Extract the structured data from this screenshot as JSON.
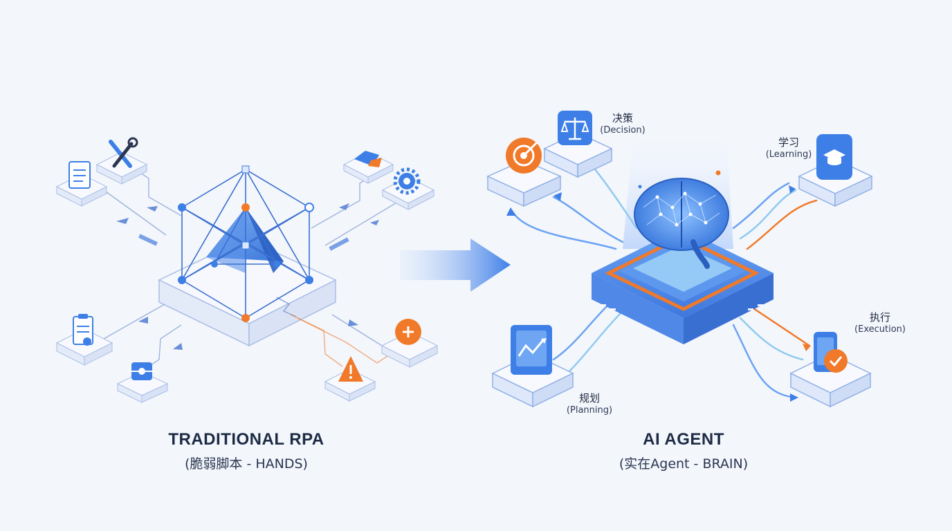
{
  "left": {
    "title": "TRADITIONAL RPA",
    "subtitle": "(脆弱脚本 - HANDS)"
  },
  "right": {
    "title": "AI AGENT",
    "subtitle": "(实在Agent - BRAIN)",
    "nodes": {
      "decision": {
        "zh": "决策",
        "en": "(Decision)"
      },
      "learning": {
        "zh": "学习",
        "en": "(Learning)"
      },
      "execution": {
        "zh": "执行",
        "en": "(Execution)"
      },
      "planning": {
        "zh": "规划",
        "en": "(Planning)"
      }
    }
  },
  "colors": {
    "blue": "#3d7fe6",
    "light_blue": "#8fb6f0",
    "orange": "#f07a2a",
    "platform": "#eef2fb",
    "outline": "#a9bde6",
    "text": "#1d2b45"
  },
  "icons": {
    "left": [
      "document-icon",
      "tools-icon",
      "clipboard-icon",
      "robot-arm-icon",
      "gear-icon",
      "truck-icon",
      "warning-icon",
      "error-icon"
    ],
    "right": [
      "target-icon",
      "scales-icon",
      "graduation-cap-icon",
      "chart-monitor-icon",
      "phone-check-icon",
      "brain-icon"
    ]
  }
}
